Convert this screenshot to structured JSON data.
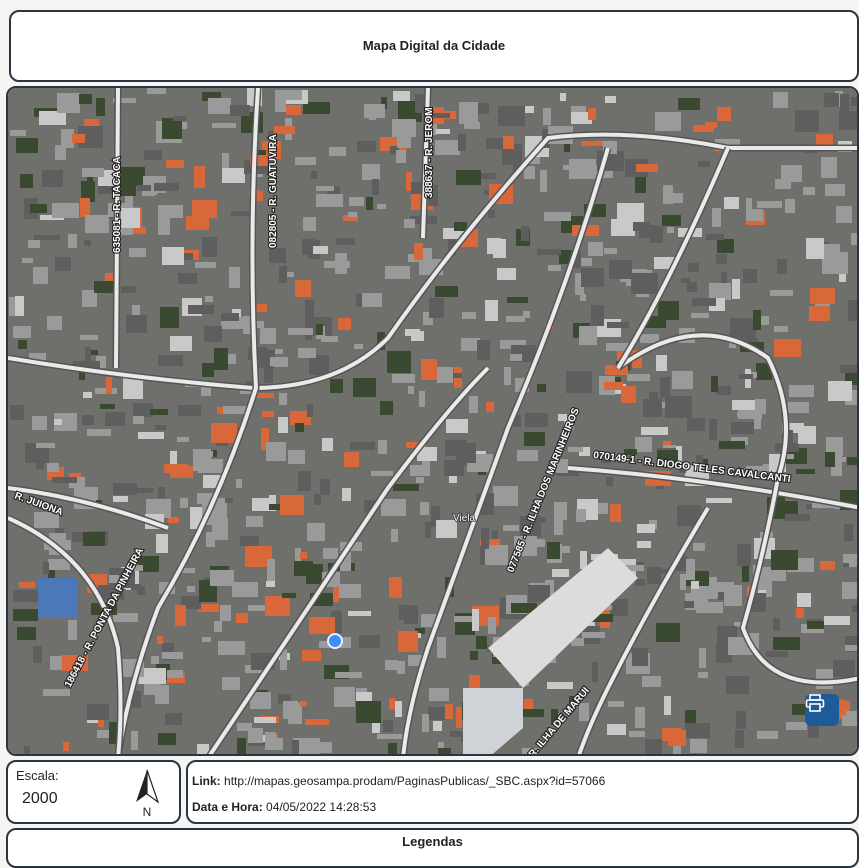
{
  "header": {
    "title": "Mapa Digital da Cidade"
  },
  "map": {
    "streets": [
      "635081 - R. TACACA",
      "082805 - R. GUATUVIRA",
      "388637 - R. JEROM",
      "077585 - R. ILHA DOS MARINHEIROS",
      "070149-1 - R. DIOGO TELES CAVALCANTI",
      "R. JUIONA",
      "186418 - R. PONTA DA PINHEIRA",
      "R. ILHA DE MARUI"
    ],
    "viela_label": "Viela",
    "marker_color": "#3a8ef5",
    "print_icon": "printer-icon"
  },
  "scale": {
    "label": "Escala:",
    "value": "2000",
    "north_label": "N"
  },
  "info": {
    "link_label": "Link:",
    "link_value": "http://mapas.geosampa.prodam/PaginasPublicas/_SBC.aspx?id=57066",
    "datetime_label": "Data e Hora:",
    "datetime_value": "04/05/2022 14:28:53"
  },
  "legend": {
    "title": "Legendas"
  }
}
